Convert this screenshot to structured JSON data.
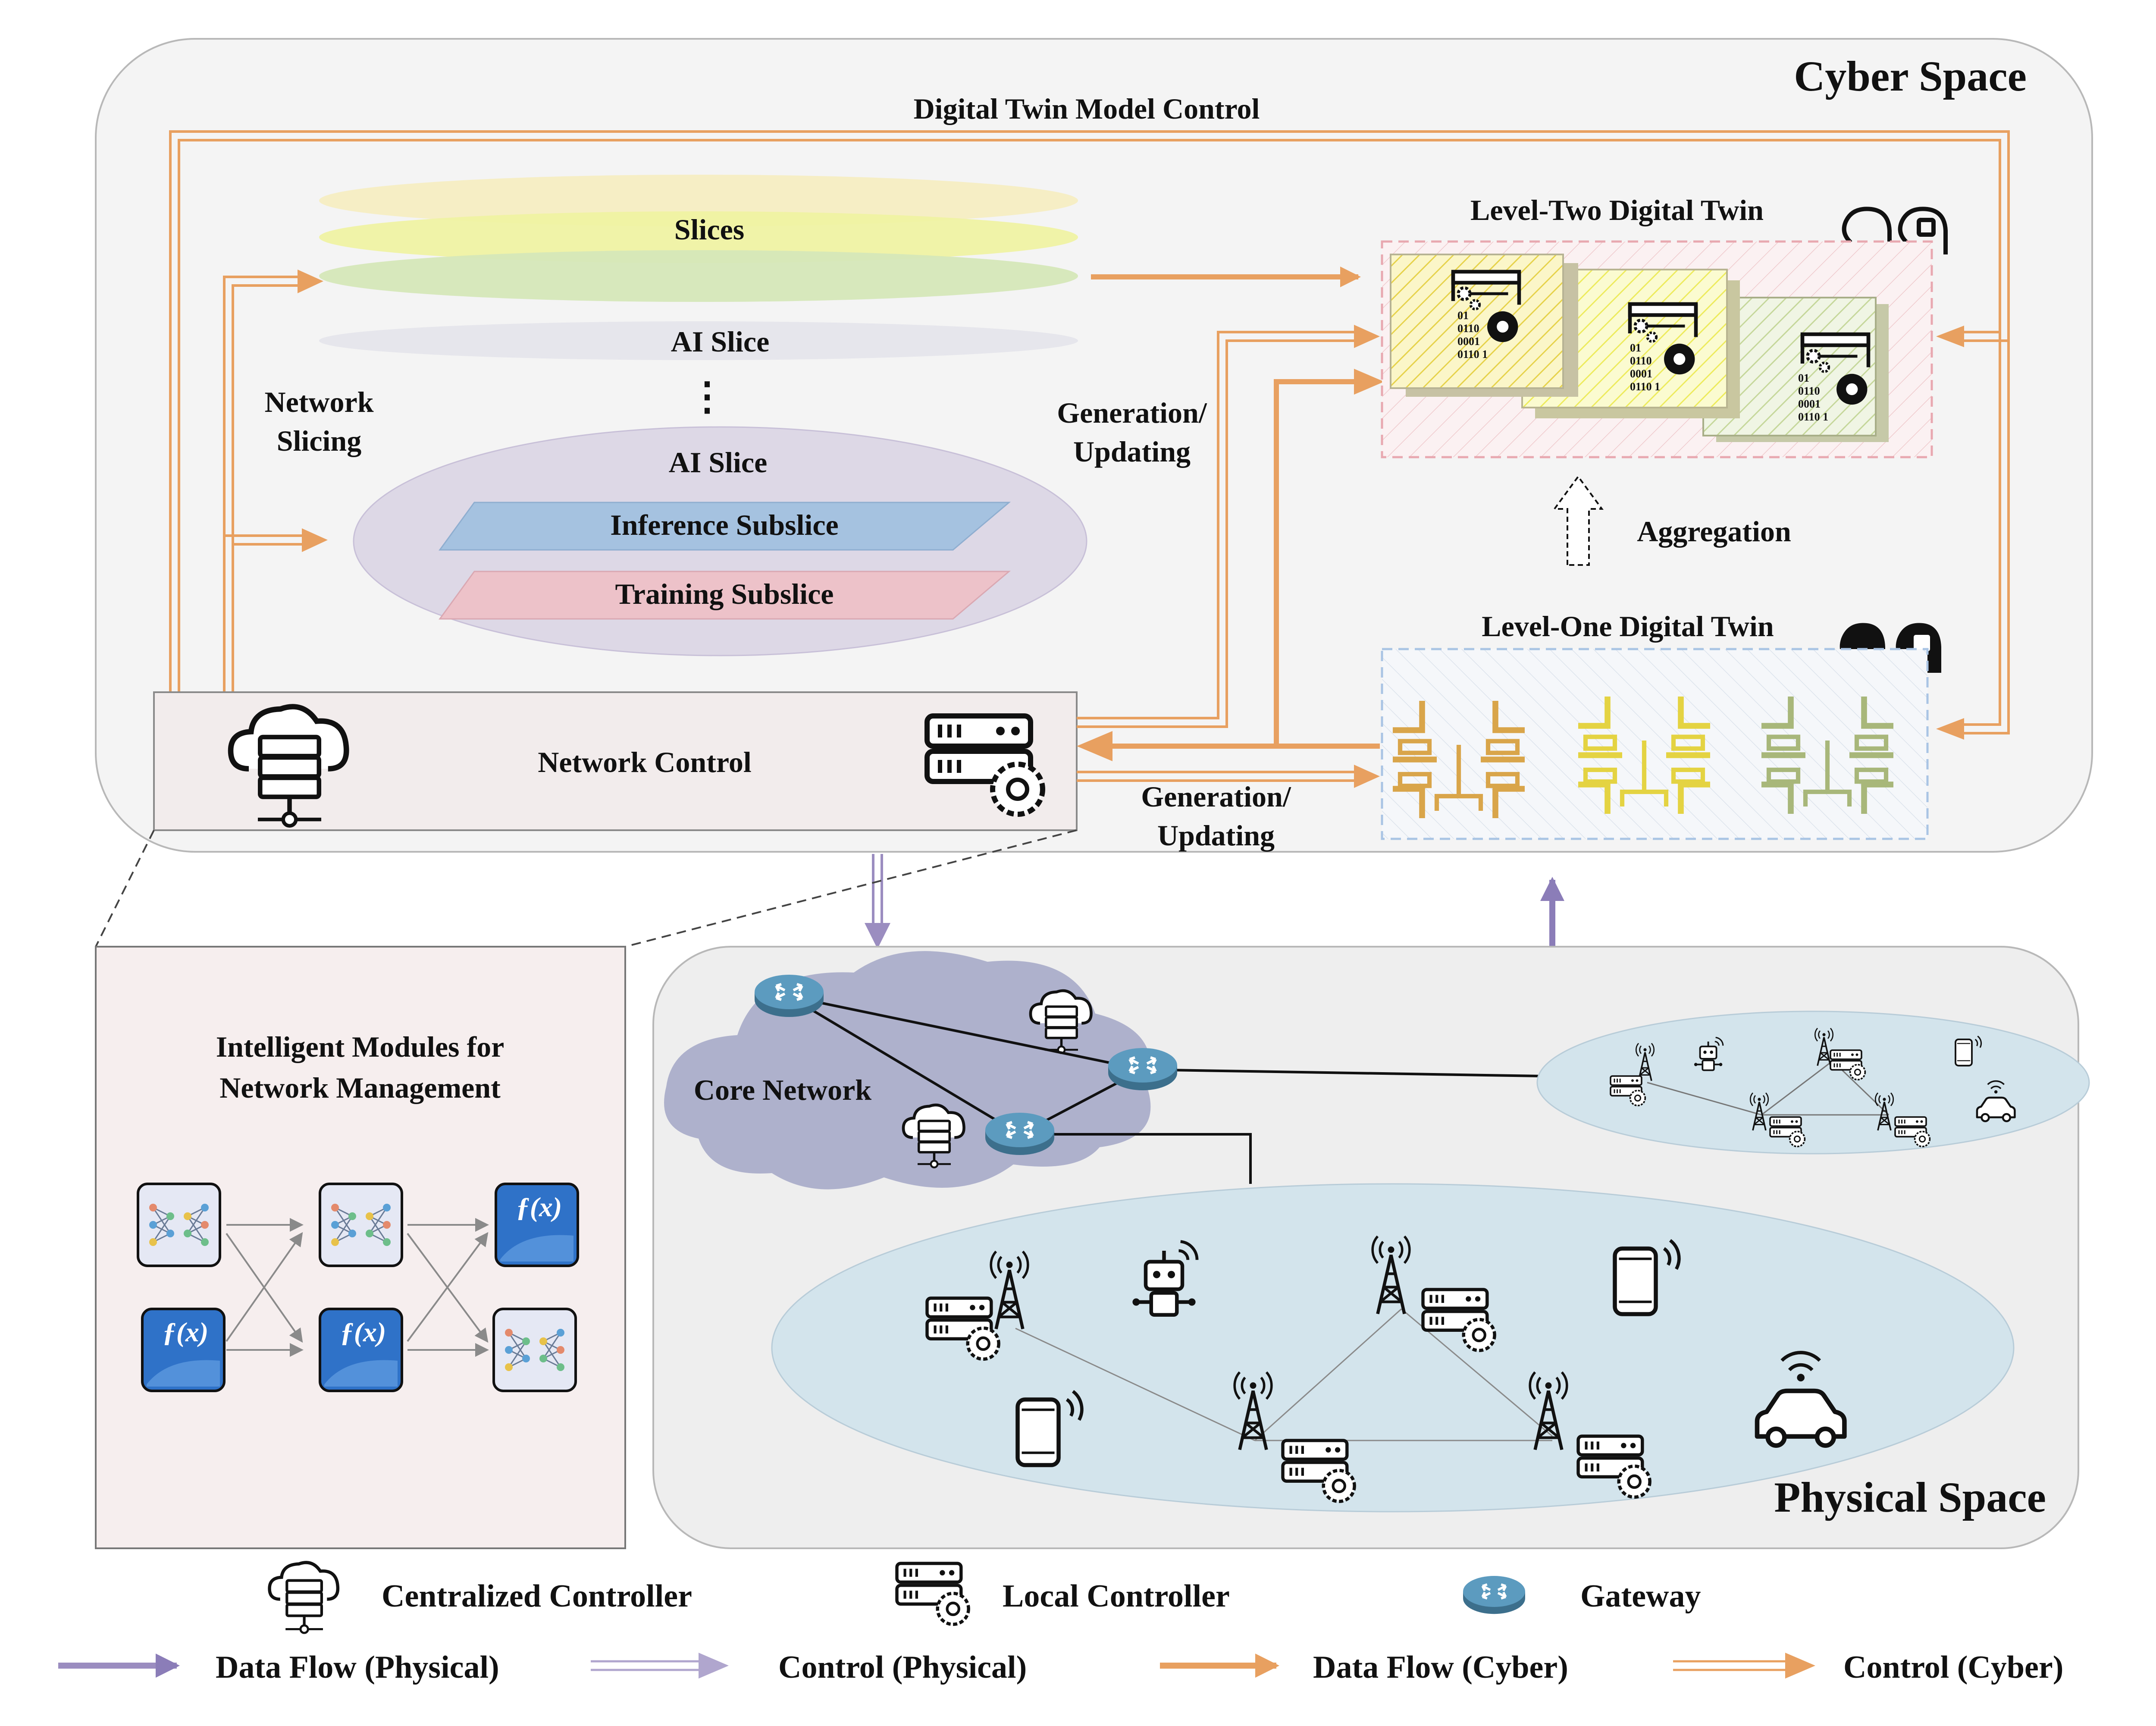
{
  "cyber": {
    "title": "Cyber Space",
    "dt_model_control": "Digital Twin Model Control",
    "network_slicing_line1": "Network",
    "network_slicing_line2": "Slicing",
    "slices": "Slices",
    "ai_slice_top": "AI Slice",
    "ellipsis": "⋮",
    "ai_slice_big": "AI Slice",
    "inference_subslice": "Inference Subslice",
    "training_subslice": "Training Subslice",
    "gen_update_top_1": "Generation/",
    "gen_update_top_2": "Updating",
    "gen_update_bottom_1": "Generation/",
    "gen_update_bottom_2": "Updating",
    "level_two_title": "Level-Two Digital Twin",
    "level_one_title": "Level-One Digital Twin",
    "aggregation": "Aggregation",
    "network_control": "Network Control",
    "binary_lines": [
      "01",
      "0110",
      "0001",
      "0110 1"
    ]
  },
  "modules": {
    "title_line1": "Intelligent Modules for",
    "title_line2": "Network Management",
    "fx_label": "ƒ(x)"
  },
  "physical": {
    "title": "Physical Space",
    "core_network": "Core Network"
  },
  "legend": {
    "centralized_controller": "Centralized Controller",
    "local_controller": "Local Controller",
    "gateway": "Gateway",
    "data_flow_physical": "Data Flow (Physical)",
    "control_physical": "Control (Physical)",
    "data_flow_cyber": "Data Flow (Cyber)",
    "control_cyber": "Control (Cyber)"
  },
  "colors": {
    "cyber_arrow": "#E8A060",
    "physical_arrow": "#9B8DC0",
    "panel_fill": "#F4F4F4",
    "physical_fill": "#EEEEEE",
    "ellipse_fill": "#D3E4EC",
    "gateway_fill": "#4F88A8",
    "module_fx_fill": "#2F72C8"
  }
}
